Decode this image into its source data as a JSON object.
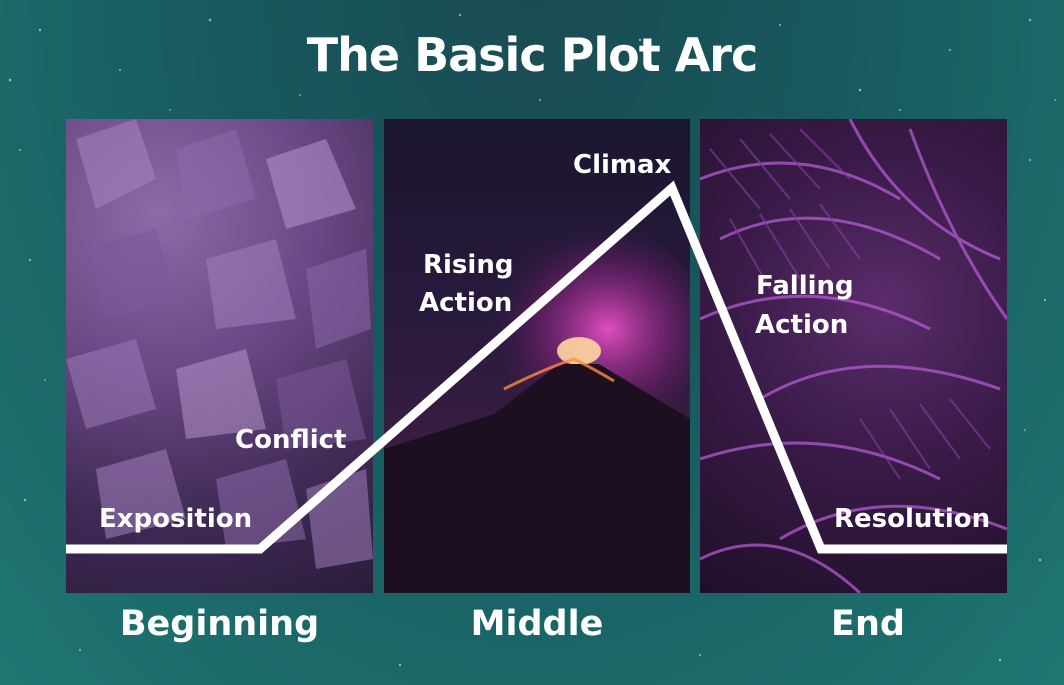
{
  "title": "The Basic Plot Arc",
  "stages": {
    "exposition": "Exposition",
    "conflict": "Conflict",
    "rising_line1": "Rising",
    "rising_line2": "Action",
    "climax": "Climax",
    "falling_line1": "Falling",
    "falling_line2": "Action",
    "resolution": "Resolution"
  },
  "sections": {
    "beginning": "Beginning",
    "middle": "Middle",
    "end": "End"
  },
  "colors": {
    "background": "#1f6f70",
    "arc_line": "#ffffff",
    "text": "#ffffff"
  }
}
